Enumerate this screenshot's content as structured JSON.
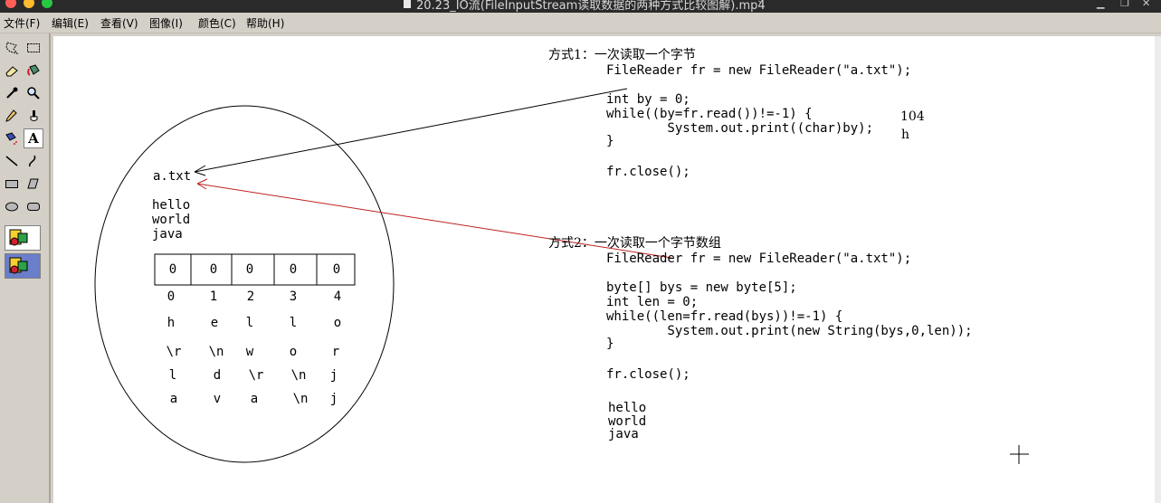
{
  "window": {
    "title": "20.23_IO流(FileInputStream读取数据的两种方式比较图解).mp4"
  },
  "menubar": {
    "items": [
      "文件(F)",
      "编辑(E)",
      "查看(V)",
      "图像(I)",
      "颜色(C)",
      "帮助(H)"
    ]
  },
  "toolbox": {
    "tools": [
      "free-select",
      "rect-select",
      "eraser",
      "fill",
      "color-picker",
      "magnifier",
      "pencil",
      "brush",
      "airbrush",
      "text",
      "line",
      "curve",
      "rectangle",
      "polygon",
      "ellipse",
      "rounded-rect"
    ],
    "active_tool": "text"
  },
  "canvas": {
    "method1": {
      "heading": "方式1：一次读取一个字节",
      "lines": [
        "FileReader fr = new FileReader(\"a.txt\");",
        "",
        "int by = 0;",
        "while((by=fr.read())!=-1) {",
        "        System.out.print((char)by);",
        "}",
        "",
        "fr.close();"
      ],
      "output": [
        "104",
        "h"
      ]
    },
    "method2": {
      "heading": "方式2：一次读取一个字节数组",
      "lines": [
        "FileReader fr = new FileReader(\"a.txt\");",
        "",
        "byte[] bys = new byte[5];",
        "int len = 0;",
        "while((len=fr.read(bys))!=-1) {",
        "        System.out.print(new String(bys,0,len));",
        "}",
        "",
        "fr.close();"
      ],
      "output": [
        "hello",
        "world",
        "java"
      ]
    },
    "file": {
      "name": "a.txt",
      "content": [
        "hello",
        "world",
        "java"
      ]
    },
    "array": {
      "cells": [
        "0",
        "0",
        "0",
        "0",
        "0"
      ],
      "indices": [
        "0",
        "1",
        "2",
        "3",
        "4"
      ]
    },
    "rows": [
      [
        "h",
        "e",
        "l",
        "l",
        "o"
      ],
      [
        "\\r",
        "\\n",
        "w",
        "o",
        "r"
      ],
      [
        "l",
        "d",
        "\\r",
        "\\n",
        "j"
      ],
      [
        "a",
        "v",
        "a",
        "\\n",
        "j"
      ]
    ]
  }
}
